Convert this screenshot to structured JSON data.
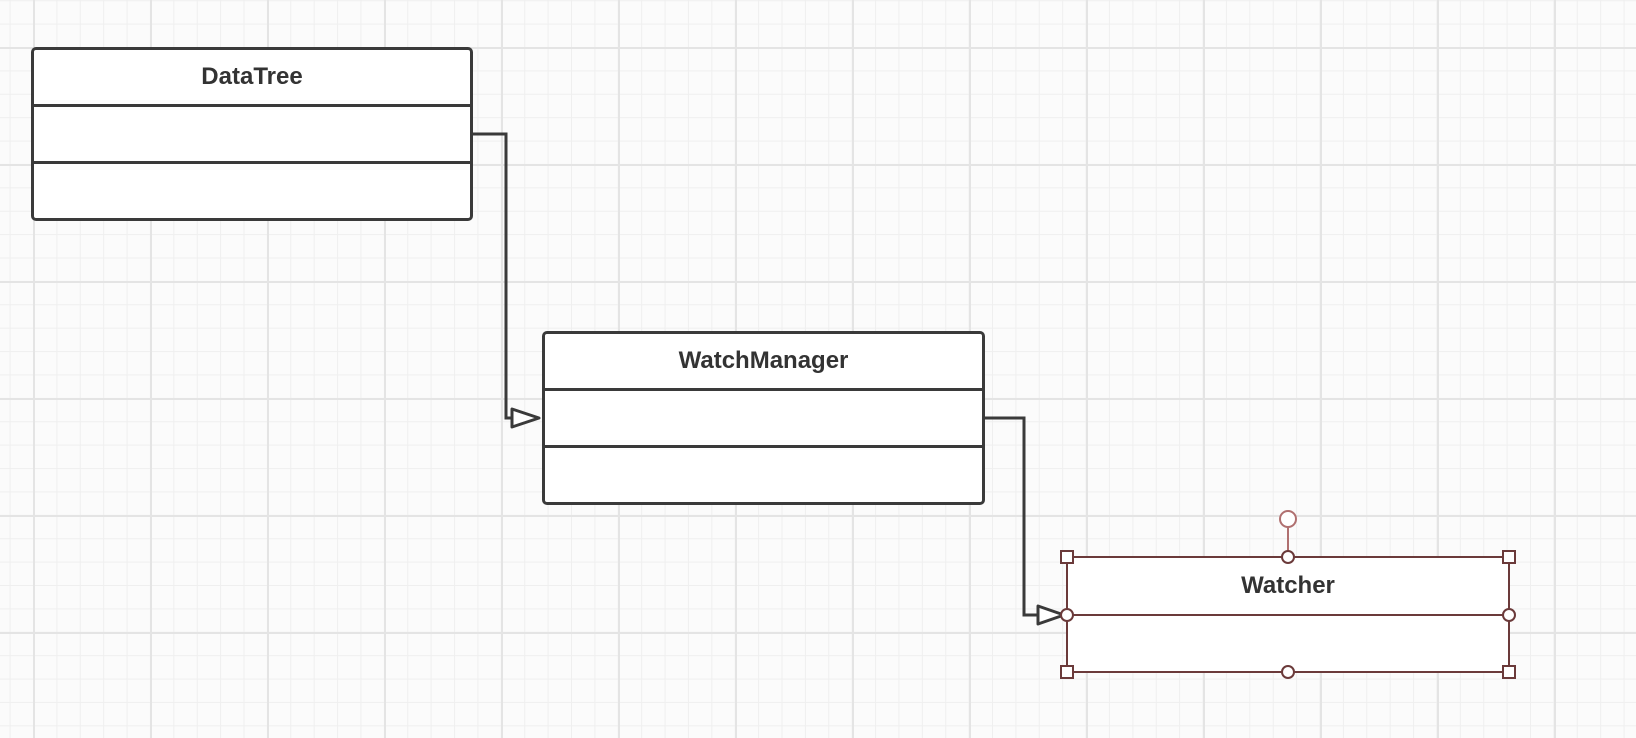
{
  "diagram": {
    "type": "uml-class-diagram",
    "classes": [
      {
        "id": "datatree",
        "name": "DataTree",
        "selected": false
      },
      {
        "id": "watchmanager",
        "name": "WatchManager",
        "selected": false
      },
      {
        "id": "watcher",
        "name": "Watcher",
        "selected": true
      }
    ],
    "relationships": [
      {
        "from": "DataTree",
        "to": "WatchManager",
        "kind": "inheritance-arrow"
      },
      {
        "from": "WatchManager",
        "to": "Watcher",
        "kind": "inheritance-arrow"
      }
    ]
  },
  "colors": {
    "line": "#3a3a3a",
    "selection": "#6b3a3a",
    "rotation_handle": "#b07070",
    "grid_major": "#e4e4e4",
    "grid_minor": "#efefef"
  }
}
